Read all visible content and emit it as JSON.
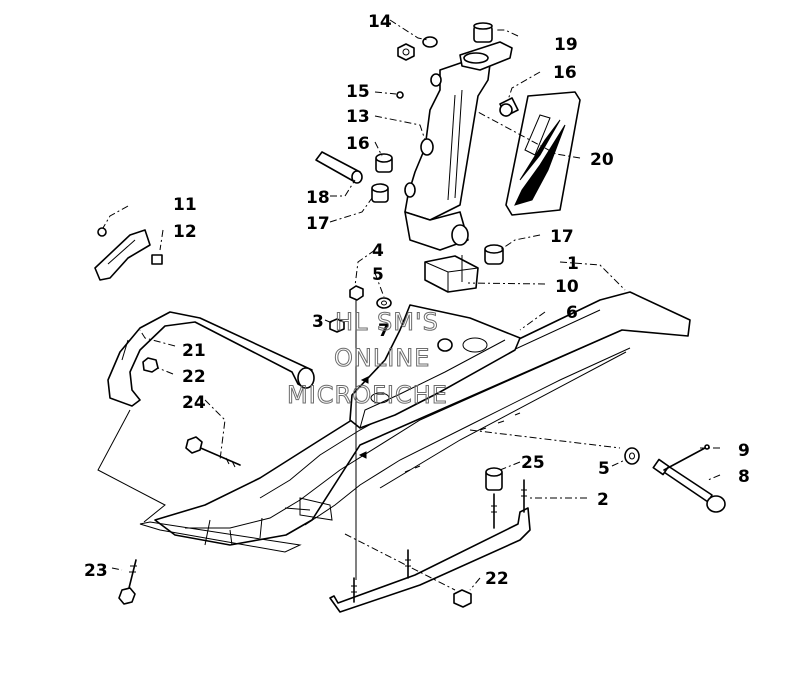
{
  "labels": {
    "p1": "1",
    "p2": "2",
    "p3": "3",
    "p4": "4",
    "p5a": "5",
    "p5b": "5",
    "p6": "6",
    "p7": "7",
    "p8": "8",
    "p9": "9",
    "p10": "10",
    "p11": "11",
    "p12": "12",
    "p13": "13",
    "p14": "14",
    "p15": "15",
    "p16a": "16",
    "p16b": "16",
    "p17a": "17",
    "p17b": "17",
    "p18": "18",
    "p19": "19",
    "p20": "20",
    "p21": "21",
    "p22a": "22",
    "p22b": "22",
    "p23": "23",
    "p24": "24",
    "p25": "25"
  },
  "watermark": {
    "line1": "HL SM'S",
    "line2": "ONLINE",
    "line3": "MICROFICHE"
  }
}
